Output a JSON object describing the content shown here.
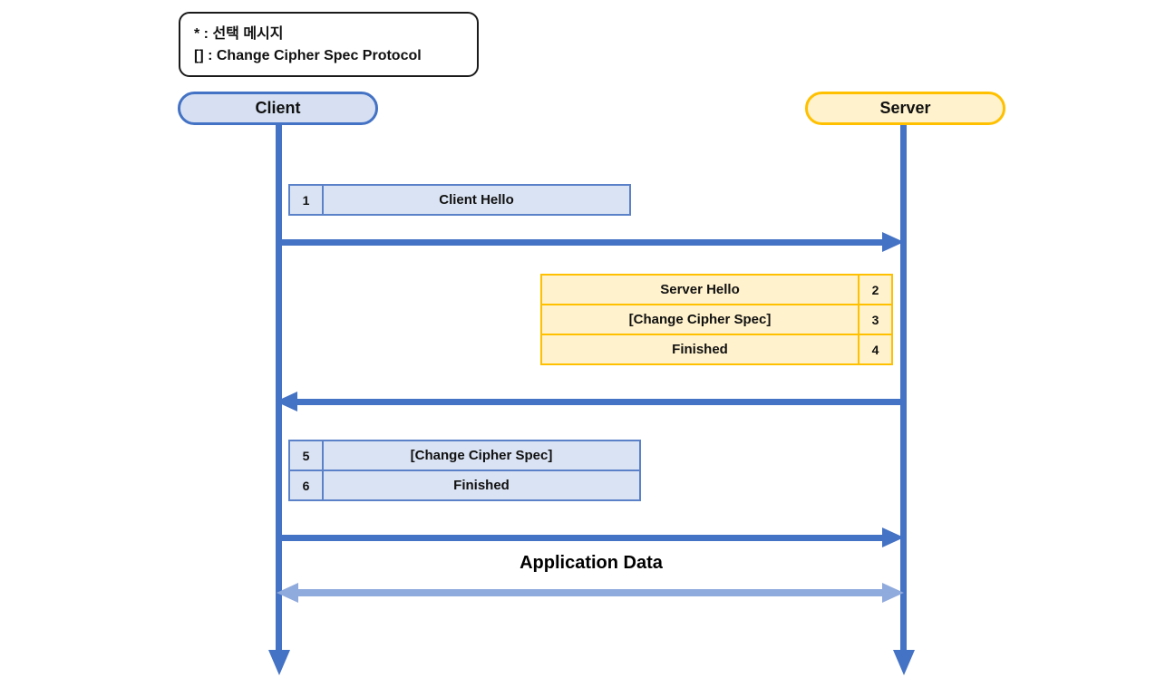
{
  "legend": {
    "line1": "* : 선택 메시지",
    "line2": "[] : Change Cipher Spec Protocol"
  },
  "actors": {
    "client": "Client",
    "server": "Server"
  },
  "flows": {
    "client_hello": {
      "direction": "client-to-server",
      "rows": [
        {
          "num": "1",
          "label": "Client Hello"
        }
      ]
    },
    "server_response": {
      "direction": "server-to-client",
      "rows": [
        {
          "num": "2",
          "label": "Server Hello"
        },
        {
          "num": "3",
          "label": "[Change Cipher Spec]"
        },
        {
          "num": "4",
          "label": "Finished"
        }
      ]
    },
    "client_finish": {
      "direction": "client-to-server",
      "rows": [
        {
          "num": "5",
          "label": "[Change Cipher Spec]"
        },
        {
          "num": "6",
          "label": "Finished"
        }
      ]
    },
    "application_data": {
      "label": "Application Data",
      "direction": "bidirectional"
    }
  },
  "colors": {
    "client_accent": "#4472c4",
    "client_fill": "#dae3f3",
    "server_accent": "#ffc000",
    "server_fill": "#fff2cc",
    "light_arrow": "#8faadc",
    "legend_border": "#1a1a1a"
  }
}
